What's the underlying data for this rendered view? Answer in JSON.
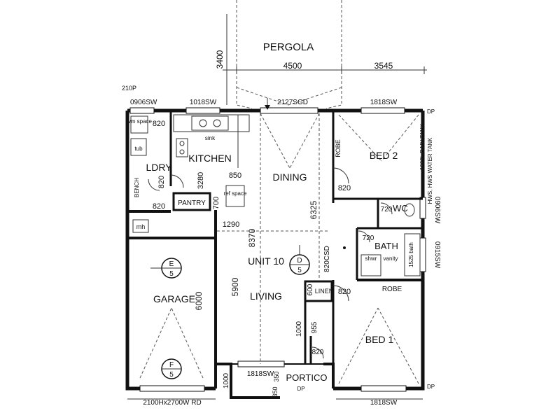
{
  "rooms": {
    "pergola": "PERGOLA",
    "kitchen": "KITCHEN",
    "laundry": "LDRY",
    "dining": "DINING",
    "bed2": "BED 2",
    "wc": "WC",
    "bath": "BATH",
    "unit": "UNIT 10",
    "living": "LIVING",
    "garage": "GARAGE",
    "bed1": "BED 1",
    "portico": "PORTICO",
    "linen": "LINEN",
    "pantry": "PANTRY",
    "robe_top": "ROBE",
    "robe_bed1": "ROBE"
  },
  "fixtures": {
    "wm_space": "wm space",
    "tub": "tub",
    "sink": "sink",
    "bench": "BENCH",
    "ref_space": "ref space",
    "mh": "mh",
    "shwr": "shwr",
    "vanity": "vanity",
    "bath_size": "1525 bath",
    "dp_right_top": "DP",
    "dp_right_bottom": "DP",
    "dp_portico": "DP",
    "rain_tank": "1000L RAIN TANK",
    "hws_note": "HWS, HWS WATER TANK"
  },
  "dimensions": {
    "d3400": "3400",
    "d4500": "4500",
    "d3545": "3545",
    "d210p": "210P",
    "w0906_top": "0906SW",
    "w1018": "1018SW",
    "w2127": "2127SGD",
    "w1818_top": "1818SW",
    "d820_wm": "820",
    "d820_ldry": "820",
    "d820_ldry2": "820",
    "d3280": "3280",
    "d850": "850",
    "d700": "700",
    "d1290": "1290",
    "d8370": "8370",
    "d6325": "6325",
    "d820_bed2": "820",
    "d720_wc": "720",
    "d720_bath": "720",
    "w0906_right": "0906SW",
    "w0915": "0915SW",
    "d820csd": "820CSD",
    "d5900": "5900",
    "d6000": "6000",
    "d600": "600",
    "d820_bed1": "820",
    "d1000_a": "1000",
    "d955": "955",
    "d820_portico": "820",
    "d1000_b": "1000",
    "d350_a": "350",
    "d350_b": "350",
    "w1818_front": "1818SW",
    "w1818_bed1": "1818SW",
    "garage_door": "2100Hx2700W RD"
  },
  "markers": {
    "e_letter": "E",
    "e_num": "5",
    "d_letter": "D",
    "d_num": "5",
    "f_letter": "F",
    "f_num": "5"
  }
}
